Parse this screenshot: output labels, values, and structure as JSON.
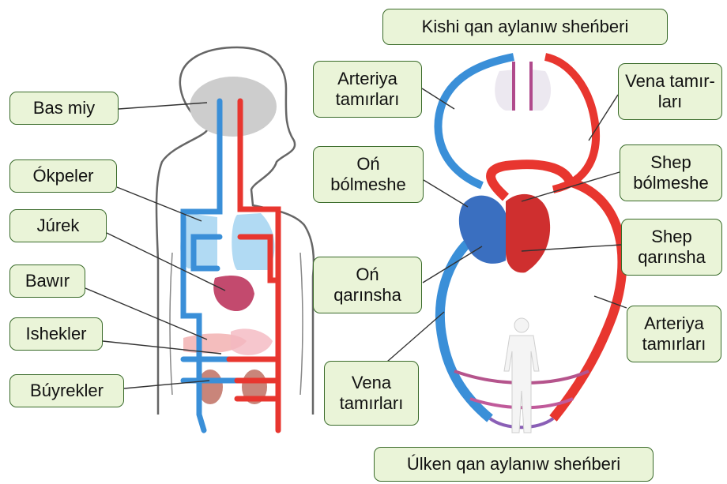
{
  "diagram": {
    "top_title": "Kishi qan aylanıw sheńberi",
    "bottom_title": "Úlken qan aylanıw sheńberi",
    "left_labels": [
      "Bas miy",
      "Ókpeler",
      "Júrek",
      "Bawır",
      "Ishekler",
      "Búyrekler"
    ],
    "right_labels": {
      "arteriya_top": "Arteriya\ntamırları",
      "vena_top": "Vena tamır-\nları",
      "on_bolmeshe": "Oń\nbólmeshe",
      "shep_bolmeshe": "Shep\nbólmeshe",
      "shep_qarinsha": "Shep\nqarınsha",
      "on_qarinsha": "Oń\nqarınsha",
      "arteriya_bottom": "Arteriya\ntamırları",
      "vena_bottom": "Vena\ntamırları"
    },
    "colors": {
      "artery": "#e8362f",
      "vein": "#3a8fd8",
      "label_fill": "#eaf4d8",
      "label_border": "#3a6b2a"
    }
  }
}
